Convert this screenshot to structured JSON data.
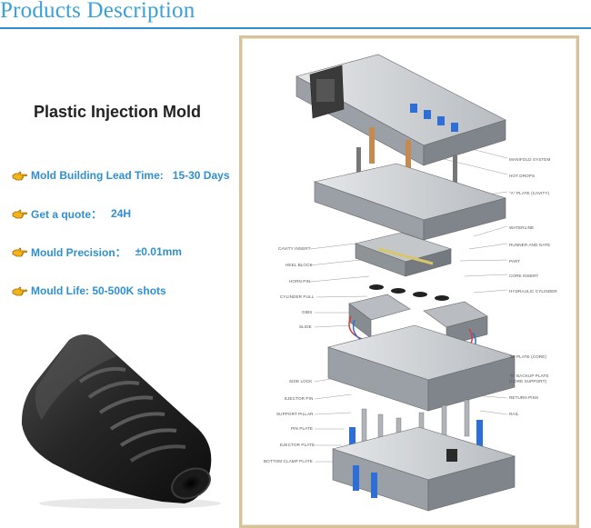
{
  "header": {
    "title": "Products Description"
  },
  "product": {
    "title": "Plastic Injection Mold"
  },
  "features": [
    {
      "label": "Mold Building Lead Time:",
      "value": "15-30 Days",
      "icon": "pointing-hand-icon"
    },
    {
      "label": "Get a quote：",
      "value": "24H",
      "icon": "pointing-hand-icon"
    },
    {
      "label": "Mould Precision：",
      "value": "±0.01mm",
      "icon": "pointing-hand-icon"
    },
    {
      "label": "Mould Life: 50-500K shots",
      "value": "",
      "icon": "pointing-hand-icon"
    }
  ],
  "diagram": {
    "labels": {
      "manifold_system": "MANIFOLD SYSTEM",
      "hot_drops": "HOT DROPS",
      "a_plate": "\"A\" PLATE (CAVITY)",
      "waterline": "WATERLINE",
      "runner_and_gate": "RUNNER AND GATE",
      "part": "PART",
      "core_insert": "CORE INSERT",
      "hydraulic_cylinder": "HYDRAULIC CYLINDER",
      "cavity_insert": "CAVITY INSERT",
      "heel_block": "HEEL BLOCK",
      "horn_pin": "HORN PIN",
      "cylinder_pull": "CYLINDER PULL",
      "gibs": "GIBS",
      "slide": "SLIDE",
      "b_plate": "\"B\" PLATE (CORE)",
      "b_backup_plate": "\"B\" BACKUP PLATE",
      "core_support": "(CORE SUPPORT)",
      "side_lock": "SIDE LOCK",
      "ejector_pin": "EJECTOR PIN",
      "return_pins": "RETURN PINS",
      "support_pillar": "SUPPORT PILLAR",
      "rail": "RAIL",
      "pin_plate": "PIN PLATE",
      "ejector_plate": "EJECTOR PLATE",
      "bottom_clamp_plate": "BOTTOM CLAMP PLATE"
    }
  },
  "colors": {
    "accent": "#2f8fd0",
    "title": "#3aa0d8",
    "frame": "#d9c29a"
  }
}
